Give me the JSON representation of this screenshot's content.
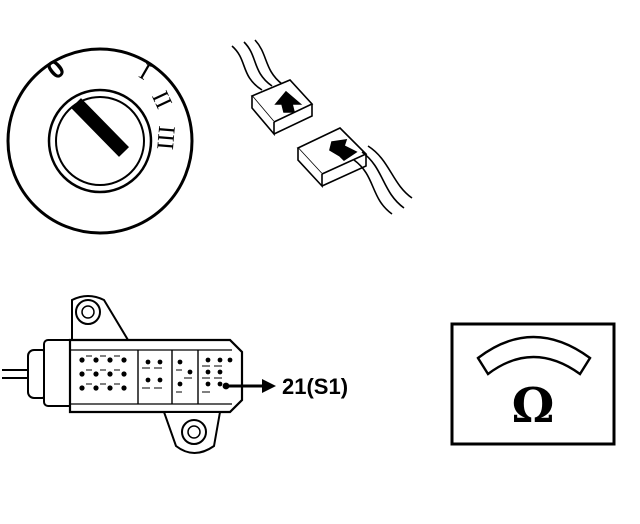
{
  "ignition_switch": {
    "positions": [
      "0",
      "I",
      "II",
      "III"
    ]
  },
  "terminal_callout": {
    "label": "21(S1)"
  },
  "ohmmeter": {
    "unit_symbol": "Ω"
  },
  "colors": {
    "ink": "#000000",
    "paper": "#ffffff"
  }
}
